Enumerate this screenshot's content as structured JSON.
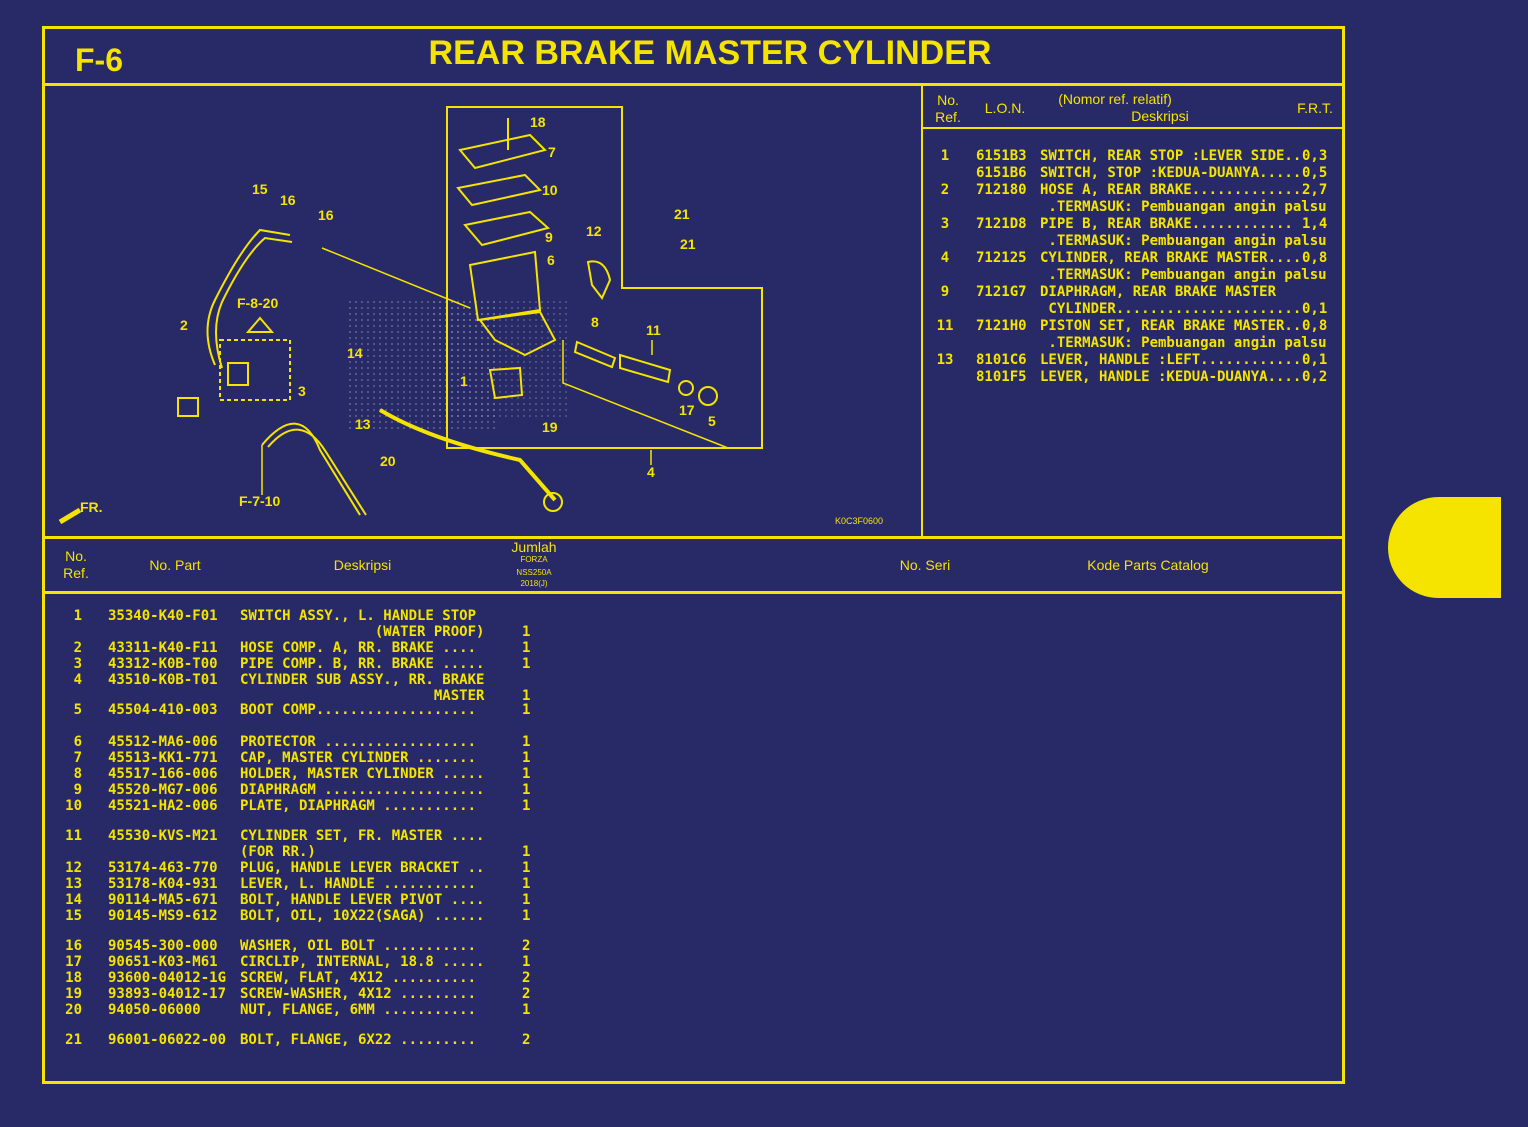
{
  "header": {
    "code": "F-6",
    "title": "REAR BRAKE MASTER CYLINDER"
  },
  "diagram": {
    "callouts": [
      "18",
      "7",
      "10",
      "9",
      "12",
      "6",
      "21",
      "21",
      "15",
      "16",
      "16",
      "8",
      "11",
      "2",
      "F-8-20",
      "14",
      "1",
      "3",
      "17",
      "5",
      "13",
      "19",
      "20",
      "4",
      "F-7-10"
    ],
    "fr_label": "FR.",
    "image_code": "K0C3F0600"
  },
  "ref_table": {
    "headers": {
      "no_ref": "No.\nRef.",
      "lon": "L.O.N.",
      "desc_top": "(Nomor ref. relatif)",
      "desc": "Deskripsi",
      "frt": "F.R.T."
    },
    "lines": [
      {
        "ref": "1",
        "lon": "6151B3",
        "text": "SWITCH, REAR STOP :LEVER SIDE..",
        "frt": "0,3"
      },
      {
        "ref": "",
        "lon": "6151B6",
        "text": "SWITCH, STOP :KEDUA-DUANYA.....",
        "frt": "0,5"
      },
      {
        "ref": "2",
        "lon": "712180",
        "text": "HOSE A, REAR BRAKE.............",
        "frt": "2,7"
      },
      {
        "ref": "",
        "lon": "",
        "text": " .TERMASUK: Pembuangan angin palsu",
        "frt": ""
      },
      {
        "ref": "3",
        "lon": "7121D8",
        "text": "PIPE B, REAR BRAKE............",
        "frt": "1,4"
      },
      {
        "ref": "",
        "lon": "",
        "text": " .TERMASUK: Pembuangan angin palsu",
        "frt": ""
      },
      {
        "ref": "4",
        "lon": "712125",
        "text": "CYLINDER, REAR BRAKE MASTER....",
        "frt": "0,8"
      },
      {
        "ref": "",
        "lon": "",
        "text": " .TERMASUK: Pembuangan angin palsu",
        "frt": ""
      },
      {
        "ref": "9",
        "lon": "7121G7",
        "text": "DIAPHRAGM, REAR BRAKE MASTER",
        "frt": ""
      },
      {
        "ref": "",
        "lon": "",
        "text": " CYLINDER......................",
        "frt": "0,1"
      },
      {
        "ref": "11",
        "lon": "7121H0",
        "text": "PISTON SET, REAR BRAKE MASTER..",
        "frt": "0,8"
      },
      {
        "ref": "",
        "lon": "",
        "text": " .TERMASUK: Pembuangan angin palsu",
        "frt": ""
      },
      {
        "ref": "13",
        "lon": "8101C6",
        "text": "LEVER, HANDLE :LEFT............",
        "frt": "0,1"
      },
      {
        "ref": "",
        "lon": "8101F5",
        "text": "LEVER, HANDLE :KEDUA-DUANYA....",
        "frt": "0,2"
      }
    ]
  },
  "parts_table": {
    "headers": {
      "no_ref": "No.\nRef.",
      "no_part": "No. Part",
      "desc": "Deskripsi",
      "jumlah": "Jumlah",
      "model_1": "FORZA",
      "model_2": "NSS250A",
      "model_3": "2018(J)",
      "no_seri": "No. Seri",
      "kode": "Kode Parts Catalog"
    },
    "rows": [
      {
        "ref": "1",
        "pn": "35340-K40-F01",
        "desc": "SWITCH ASSY., L. HANDLE STOP",
        "qty": ""
      },
      {
        "ref": "",
        "pn": "",
        "desc": "                (WATER PROOF)",
        "qty": "1"
      },
      {
        "ref": "2",
        "pn": "43311-K40-F11",
        "desc": "HOSE COMP. A, RR. BRAKE ....",
        "qty": "1"
      },
      {
        "ref": "3",
        "pn": "43312-K0B-T00",
        "desc": "PIPE COMP. B, RR. BRAKE .....",
        "qty": "1"
      },
      {
        "ref": "4",
        "pn": "43510-K0B-T01",
        "desc": "CYLINDER SUB ASSY., RR. BRAKE",
        "qty": ""
      },
      {
        "ref": "",
        "pn": "",
        "desc": "                       MASTER",
        "qty": "1"
      },
      {
        "ref": "5",
        "pn": "45504-410-003",
        "desc": "BOOT COMP...................",
        "qty": "1"
      },
      {
        "ref": "6",
        "pn": "45512-MA6-006",
        "desc": "PROTECTOR ..................",
        "qty": "1"
      },
      {
        "ref": "7",
        "pn": "45513-KK1-771",
        "desc": "CAP, MASTER CYLINDER .......",
        "qty": "1"
      },
      {
        "ref": "8",
        "pn": "45517-166-006",
        "desc": "HOLDER, MASTER CYLINDER .....",
        "qty": "1"
      },
      {
        "ref": "9",
        "pn": "45520-MG7-006",
        "desc": "DIAPHRAGM ...................",
        "qty": "1"
      },
      {
        "ref": "10",
        "pn": "45521-HA2-006",
        "desc": "PLATE, DIAPHRAGM ...........",
        "qty": "1"
      },
      {
        "ref": "11",
        "pn": "45530-KVS-M21",
        "desc": "CYLINDER SET, FR. MASTER ....",
        "qty": ""
      },
      {
        "ref": "",
        "pn": "",
        "desc": "(FOR RR.)",
        "qty": "1"
      },
      {
        "ref": "12",
        "pn": "53174-463-770",
        "desc": "PLUG, HANDLE LEVER BRACKET ..",
        "qty": "1"
      },
      {
        "ref": "13",
        "pn": "53178-K04-931",
        "desc": "LEVER, L. HANDLE ...........",
        "qty": "1"
      },
      {
        "ref": "14",
        "pn": "90114-MA5-671",
        "desc": "BOLT, HANDLE LEVER PIVOT ....",
        "qty": "1"
      },
      {
        "ref": "15",
        "pn": "90145-MS9-612",
        "desc": "BOLT, OIL, 10X22(SAGA) ......",
        "qty": "1"
      },
      {
        "ref": "16",
        "pn": "90545-300-000",
        "desc": "WASHER, OIL BOLT ...........",
        "qty": "2"
      },
      {
        "ref": "17",
        "pn": "90651-K03-M61",
        "desc": "CIRCLIP, INTERNAL, 18.8 .....",
        "qty": "1"
      },
      {
        "ref": "18",
        "pn": "93600-04012-1G",
        "desc": "SCREW, FLAT, 4X12 ..........",
        "qty": "2"
      },
      {
        "ref": "19",
        "pn": "93893-04012-17",
        "desc": "SCREW-WASHER, 4X12 .........",
        "qty": "2"
      },
      {
        "ref": "20",
        "pn": "94050-06000",
        "desc": "NUT, FLANGE, 6MM ...........",
        "qty": "1"
      },
      {
        "ref": "21",
        "pn": "96001-06022-00",
        "desc": "BOLT, FLANGE, 6X22 .........",
        "qty": "2"
      }
    ]
  },
  "colors": {
    "background": "#272a66",
    "accent": "#f5e400"
  }
}
